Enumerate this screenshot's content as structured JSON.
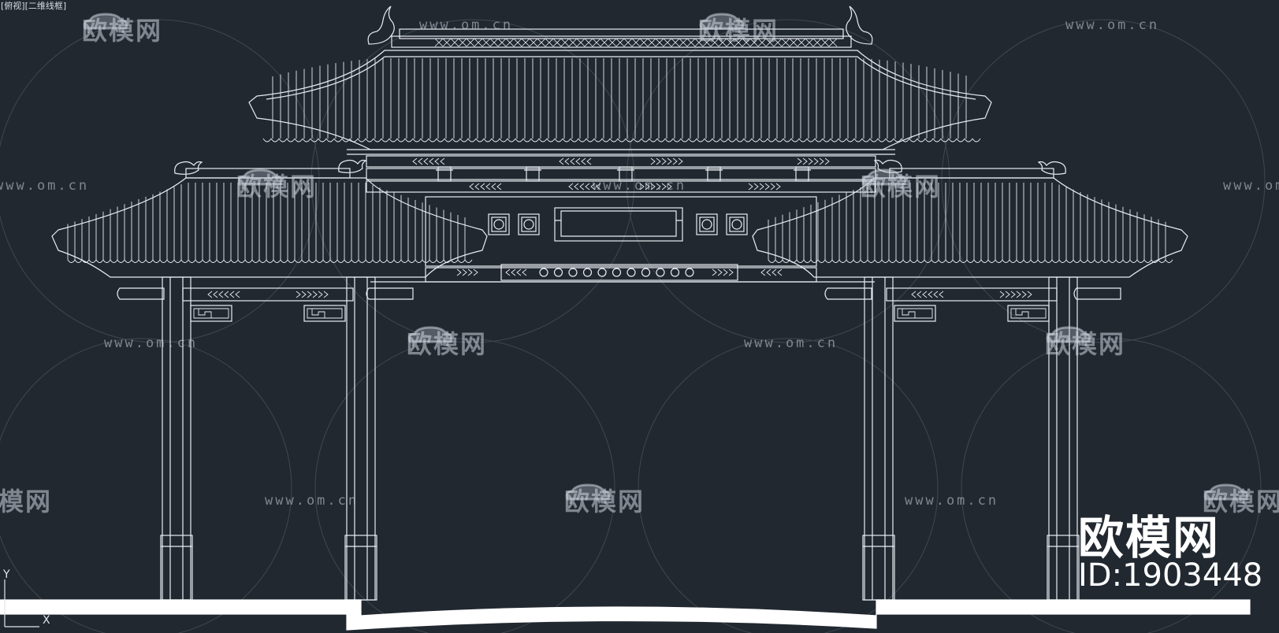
{
  "viewport": {
    "label": "[俯视][二维线框]",
    "background": "#212830",
    "line_color": "#e9edf2"
  },
  "watermarks": {
    "url_text": "www.om.cn",
    "logo_text": "欧模网",
    "logo_icon": "sofa-icon"
  },
  "brand": {
    "name": "欧模网",
    "id_text": "ID:1903448"
  },
  "ucs": {
    "icon": "ucs-axis-icon",
    "y_label": "Y",
    "x_label": "X"
  }
}
